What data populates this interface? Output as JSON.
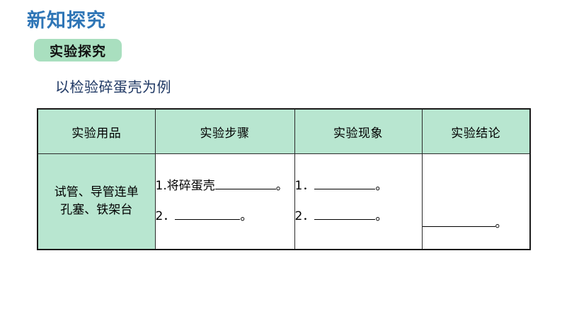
{
  "page": {
    "section_title": "新知探究",
    "badge_label": "实验探究",
    "badge_color": "#A9DFBF",
    "title_color": "#2E75B6",
    "subtitle": "以检验碎蛋壳为例",
    "subtitle_color": "#1F3864"
  },
  "table": {
    "header_background": "#B8E6D0",
    "border_color": "#1a1a1a",
    "headers": [
      "实验用品",
      "实验步骤",
      "实验现象",
      "实验结论"
    ],
    "row": {
      "materials_line1": "试管、导管连单",
      "materials_line2": "孔塞、铁架台",
      "steps": [
        {
          "number": "1.",
          "text": "将碎蛋壳",
          "blank": true,
          "period": "。"
        },
        {
          "number": "2．",
          "text": "",
          "blank": true,
          "period": "。"
        }
      ],
      "phenomena": [
        {
          "number": "1．",
          "text": "",
          "blank": true,
          "period": "。"
        },
        {
          "number": "2．",
          "text": "",
          "blank": true,
          "period": "。"
        }
      ],
      "conclusion": {
        "number": "",
        "text": "",
        "blank": true,
        "period": "。"
      }
    }
  }
}
